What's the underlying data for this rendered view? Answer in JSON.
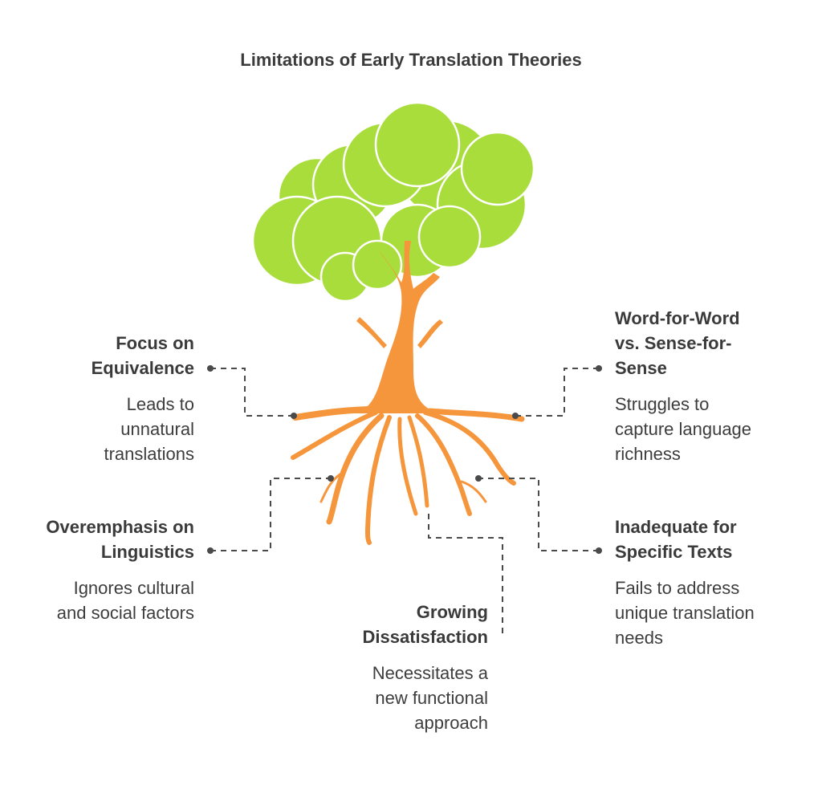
{
  "title": "Limitations of Early Translation Theories",
  "colors": {
    "foliage": "#a8dd3c",
    "foliage_outline": "#ffffff",
    "trunk": "#f5963c",
    "connector": "#4a4a4a",
    "text": "#3a3a3a"
  },
  "items": [
    {
      "heading_lines": [
        "Focus on",
        "Equivalence"
      ],
      "desc_lines": [
        "Leads to",
        "unnatural",
        "translations"
      ]
    },
    {
      "heading_lines": [
        "Word-for-Word",
        "vs. Sense-for-",
        "Sense"
      ],
      "desc_lines": [
        "Struggles to",
        "capture language",
        "richness"
      ]
    },
    {
      "heading_lines": [
        "Overemphasis on",
        "Linguistics"
      ],
      "desc_lines": [
        "Ignores cultural",
        "and social factors"
      ]
    },
    {
      "heading_lines": [
        "Inadequate for",
        "Specific Texts"
      ],
      "desc_lines": [
        "Fails to address",
        "unique translation",
        "needs"
      ]
    },
    {
      "heading_lines": [
        "Growing",
        "Dissatisfaction"
      ],
      "desc_lines": [
        "Necessitates a",
        "new functional",
        "approach"
      ]
    }
  ]
}
